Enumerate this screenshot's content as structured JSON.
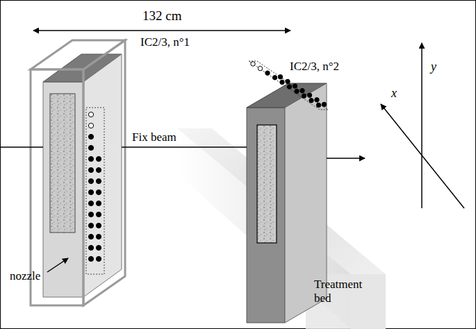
{
  "diagram": {
    "nodes": [
      {
        "text": [
          "IC2/3, n°1"
        ]
      },
      {
        "text": [
          "IC2/3, n°2"
        ]
      },
      {
        "text": [
          "Treatment bed"
        ]
      }
    ],
    "labels": [
      "132 cm",
      "Fix beam",
      "nozzle",
      "x",
      "y"
    ]
  }
}
